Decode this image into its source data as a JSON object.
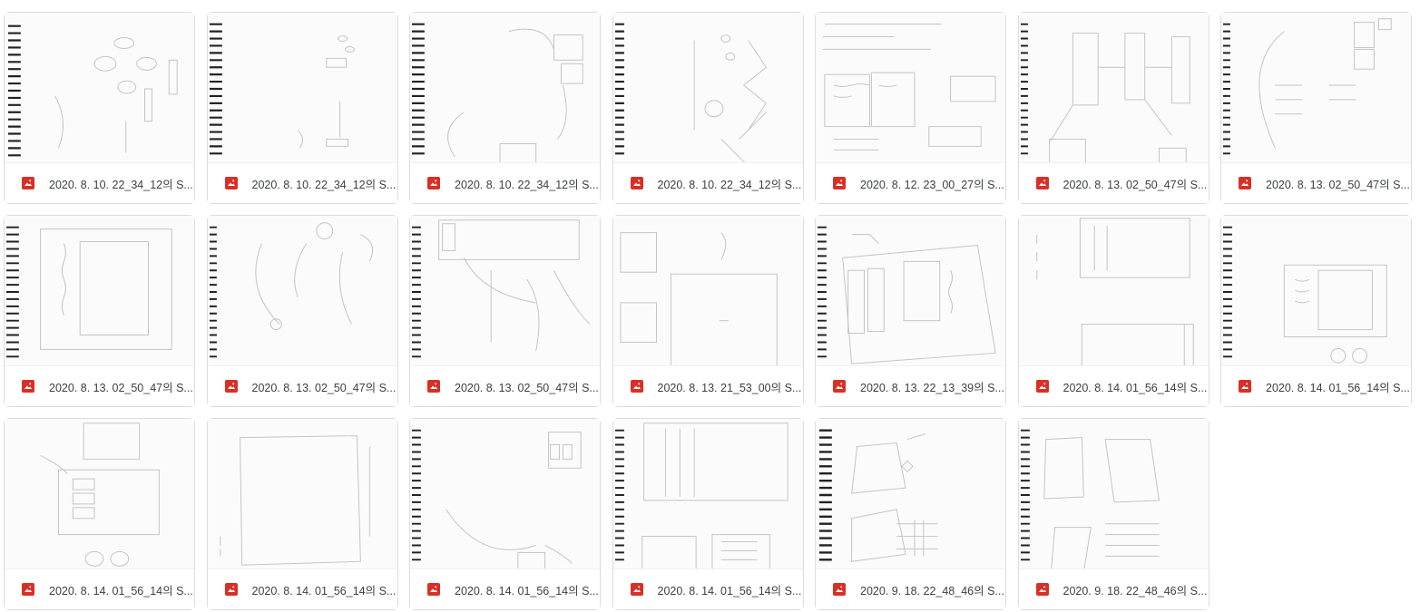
{
  "files": [
    {
      "name": "2020. 8. 10. 22_34_12의 S..."
    },
    {
      "name": "2020. 8. 10. 22_34_12의 S..."
    },
    {
      "name": "2020. 8. 10. 22_34_12의 S..."
    },
    {
      "name": "2020. 8. 10. 22_34_12의 S..."
    },
    {
      "name": "2020. 8. 12. 23_00_27의 S..."
    },
    {
      "name": "2020. 8. 13. 02_50_47의 S..."
    },
    {
      "name": "2020. 8. 13. 02_50_47의 S..."
    },
    {
      "name": "2020. 8. 13. 02_50_47의 S..."
    },
    {
      "name": "2020. 8. 13. 02_50_47의 S..."
    },
    {
      "name": "2020. 8. 13. 02_50_47의 S..."
    },
    {
      "name": "2020. 8. 13. 21_53_00의 S..."
    },
    {
      "name": "2020. 8. 13. 22_13_39의 S..."
    },
    {
      "name": "2020. 8. 14. 01_56_14의 S..."
    },
    {
      "name": "2020. 8. 14. 01_56_14의 S..."
    },
    {
      "name": "2020. 8. 14. 01_56_14의 S..."
    },
    {
      "name": "2020. 8. 14. 01_56_14의 S..."
    },
    {
      "name": "2020. 8. 14. 01_56_14의 S..."
    },
    {
      "name": "2020. 8. 14. 01_56_14의 S..."
    },
    {
      "name": "2020. 9. 18. 22_48_46의 S..."
    },
    {
      "name": "2020. 9. 18. 22_48_46의 S..."
    }
  ],
  "colors": {
    "image_icon": "#d93025",
    "sketch_line": "#bdbdbd",
    "spiral": "#222222"
  },
  "icons": {
    "file_type": "image-file-icon"
  }
}
